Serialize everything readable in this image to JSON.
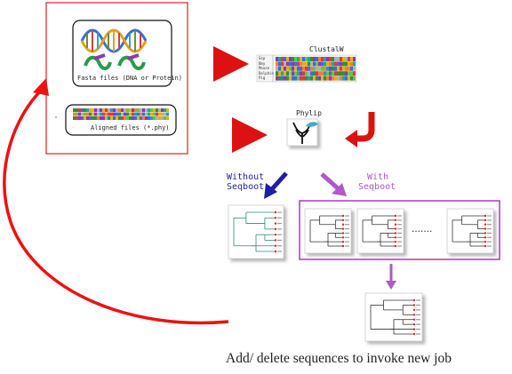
{
  "input_box": {
    "fasta_caption": "Fasta files (DNA or Protein)",
    "aligned_caption": "Aligned files (*.phy)"
  },
  "clustal": {
    "title": "ClustalW",
    "row_names": [
      "Ssp",
      "Bmy",
      "Mouse",
      "Delphin",
      "Pig"
    ]
  },
  "phylip": {
    "title": "Phylip"
  },
  "branches": {
    "without": {
      "line1": "Without",
      "line2": "Seqboot",
      "color": "#1e1ea8"
    },
    "with": {
      "line1": "With",
      "line2": "Seqboot",
      "color": "#b05ac6"
    }
  },
  "ellipsis": ".......",
  "footer": "Add/ delete sequences to invoke new job",
  "colors": {
    "arrow_red": "#dd1111",
    "box_red": "#e02020",
    "seqboot_border": "#a040b8",
    "tree_green": "#2a8a7a",
    "tree_node": "#dd2222"
  }
}
